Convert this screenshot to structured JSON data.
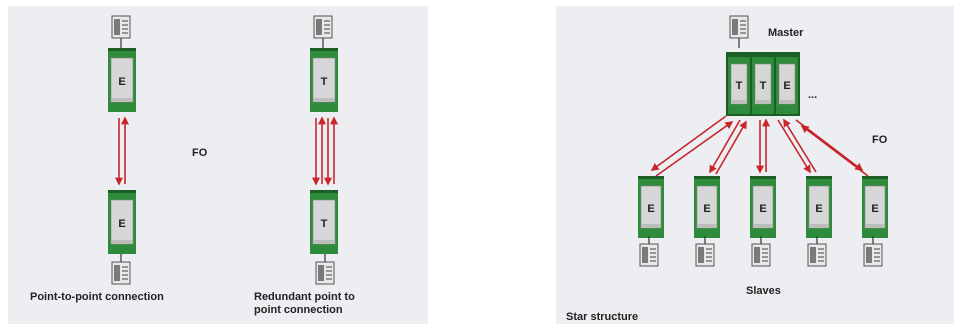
{
  "panels": {
    "left": {
      "point_to_point": {
        "module_top": "E",
        "module_bottom": "E",
        "caption": "Point-to-point connection"
      },
      "redundant": {
        "module_top": "T",
        "module_bottom": "T",
        "caption_line1": "Redundant point to",
        "caption_line2": "point connection"
      },
      "fo_label": "FO"
    },
    "right": {
      "master_label": "Master",
      "master_modules": [
        "T",
        "T",
        "E"
      ],
      "ellipsis": "...",
      "fo_label": "FO",
      "slave_modules": [
        "E",
        "E",
        "E",
        "E",
        "E"
      ],
      "slaves_label": "Slaves",
      "caption": "Star structure"
    }
  },
  "colors": {
    "panel_bg": "#eceef1",
    "module_green": "#2e8b3a",
    "module_dark": "#1c5e26",
    "module_face": "#d6d6d6",
    "fiber_red": "#c8262c",
    "device_grey": "#9a9a9a"
  }
}
